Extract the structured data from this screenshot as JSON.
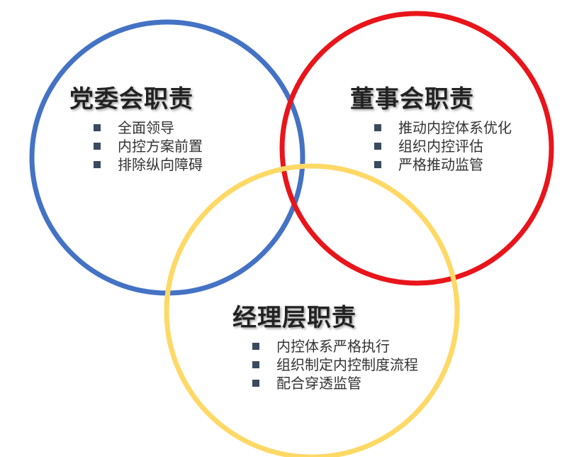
{
  "circles": {
    "party": {
      "color": "#4472c4"
    },
    "board": {
      "color": "#e8151b"
    },
    "managers": {
      "color": "#ffd966"
    }
  },
  "groups": {
    "party": {
      "title": "党委会职责",
      "items": [
        "全面领导",
        "内控方案前置",
        "排除纵向障碍"
      ]
    },
    "board": {
      "title": "董事会职责",
      "items": [
        "推动内控体系优化",
        "组织内控评估",
        "严格推动监管"
      ]
    },
    "managers": {
      "title": "经理层职责",
      "items": [
        "内控体系严格执行",
        "组织制定内控制度流程",
        "配合穿透监管"
      ]
    }
  }
}
